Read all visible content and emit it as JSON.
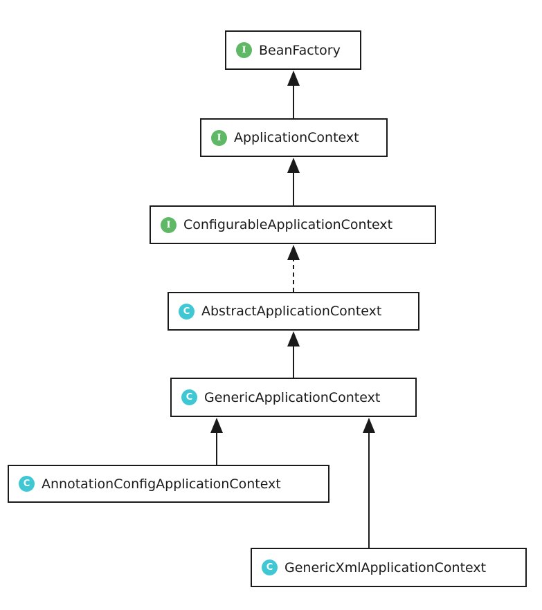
{
  "colors": {
    "interface_icon_bg": "#5FB866",
    "class_icon_bg": "#3FC8D4",
    "node_border": "#1A1A1A",
    "background": "#FFFFFF",
    "edge": "#1A1A1A"
  },
  "icons": {
    "interface_letter": "I",
    "class_letter": "C"
  },
  "nodes": [
    {
      "id": "bean-factory",
      "label": "BeanFactory",
      "kind": "interface"
    },
    {
      "id": "application-context",
      "label": "ApplicationContext",
      "kind": "interface"
    },
    {
      "id": "configurable-application-context",
      "label": "ConfigurableApplicationContext",
      "kind": "interface"
    },
    {
      "id": "abstract-application-context",
      "label": "AbstractApplicationContext",
      "kind": "class"
    },
    {
      "id": "generic-application-context",
      "label": "GenericApplicationContext",
      "kind": "class"
    },
    {
      "id": "annotation-config-application-context",
      "label": "AnnotationConfigApplicationContext",
      "kind": "class"
    },
    {
      "id": "generic-xml-application-context",
      "label": "GenericXmlApplicationContext",
      "kind": "class"
    }
  ],
  "edges": [
    {
      "from": "application-context",
      "to": "bean-factory",
      "style": "solid"
    },
    {
      "from": "configurable-application-context",
      "to": "application-context",
      "style": "solid"
    },
    {
      "from": "abstract-application-context",
      "to": "configurable-application-context",
      "style": "dashed"
    },
    {
      "from": "generic-application-context",
      "to": "abstract-application-context",
      "style": "solid"
    },
    {
      "from": "annotation-config-application-context",
      "to": "generic-application-context",
      "style": "solid"
    },
    {
      "from": "generic-xml-application-context",
      "to": "generic-application-context",
      "style": "solid"
    }
  ]
}
